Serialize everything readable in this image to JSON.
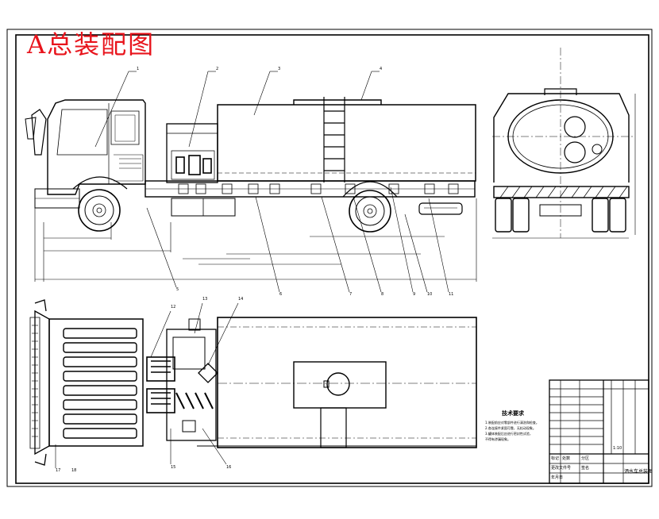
{
  "title": "A总装配图",
  "notes": {
    "heading": "技术要求",
    "lines": [
      "1.装配前应对零部件进行清洗和检查。",
      "2.各连接件紧固可靠，无松动现象。",
      "3.罐体装配后应进行密封性试验，",
      "  不得有渗漏现象。"
    ]
  },
  "title_block": {
    "drawing_name": "洒水车总装图",
    "school": "",
    "scale": "1:10",
    "rows": [
      "标记",
      "处数",
      "分区",
      "更改文件号",
      "签名",
      "年月日"
    ]
  },
  "balloons": [
    "1",
    "2",
    "3",
    "4",
    "5",
    "6",
    "7",
    "8",
    "9",
    "10",
    "11",
    "12",
    "13",
    "14",
    "15",
    "16",
    "17",
    "18"
  ],
  "colors": {
    "line": "#000000",
    "title": "#e8141c",
    "paper": "#ffffff"
  }
}
